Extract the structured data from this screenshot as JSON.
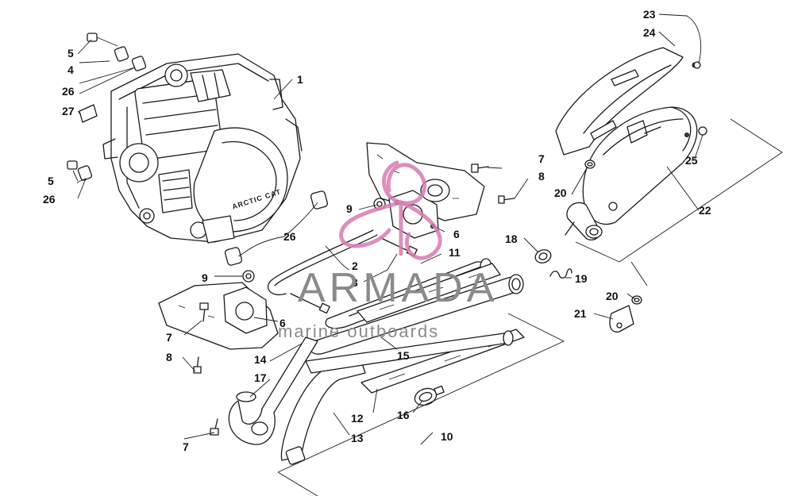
{
  "engine": {
    "badge_text": "ARCTIC CAT"
  },
  "callouts": [
    {
      "id": "c1",
      "text": "1"
    },
    {
      "id": "c2",
      "text": "2"
    },
    {
      "id": "c3",
      "text": "3"
    },
    {
      "id": "c4",
      "text": "4"
    },
    {
      "id": "c5a",
      "text": "5"
    },
    {
      "id": "c5b",
      "text": "5"
    },
    {
      "id": "c6a",
      "text": "6"
    },
    {
      "id": "c6b",
      "text": "6"
    },
    {
      "id": "c7a",
      "text": "7"
    },
    {
      "id": "c7b",
      "text": "7"
    },
    {
      "id": "c7c",
      "text": "7"
    },
    {
      "id": "c8a",
      "text": "8"
    },
    {
      "id": "c8b",
      "text": "8"
    },
    {
      "id": "c9a",
      "text": "9"
    },
    {
      "id": "c9b",
      "text": "9"
    },
    {
      "id": "c10",
      "text": "10"
    },
    {
      "id": "c11",
      "text": "11"
    },
    {
      "id": "c12",
      "text": "12"
    },
    {
      "id": "c13",
      "text": "13"
    },
    {
      "id": "c14",
      "text": "14"
    },
    {
      "id": "c15",
      "text": "15"
    },
    {
      "id": "c16",
      "text": "16"
    },
    {
      "id": "c17",
      "text": "17"
    },
    {
      "id": "c18",
      "text": "18"
    },
    {
      "id": "c19",
      "text": "19"
    },
    {
      "id": "c20a",
      "text": "20"
    },
    {
      "id": "c20b",
      "text": "20"
    },
    {
      "id": "c21",
      "text": "21"
    },
    {
      "id": "c22",
      "text": "22"
    },
    {
      "id": "c23",
      "text": "23"
    },
    {
      "id": "c24",
      "text": "24"
    },
    {
      "id": "c25",
      "text": "25"
    },
    {
      "id": "c26a",
      "text": "26"
    },
    {
      "id": "c26b",
      "text": "26"
    },
    {
      "id": "c26c",
      "text": "26"
    },
    {
      "id": "c27",
      "text": "27"
    }
  ],
  "watermark": {
    "brand": "ARMADA",
    "subtitle": "marine outboards",
    "colors": {
      "swirl": "#d67bb0",
      "text": "#8a8a8a"
    }
  }
}
